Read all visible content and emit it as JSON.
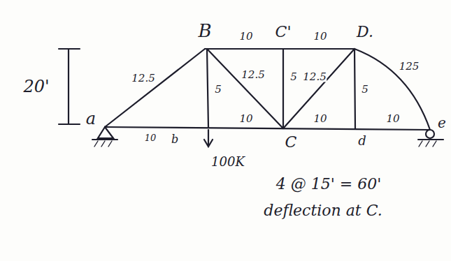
{
  "diagram": {
    "labels": [
      "B",
      "10",
      "C'",
      "10",
      "D.",
      "20'",
      "12.5",
      "5",
      "12.5",
      "5",
      "12.5",
      "5",
      "125",
      "a",
      "10",
      "b",
      "10",
      "C",
      "10",
      "d",
      "10",
      "e",
      "100K",
      "4 @ 15' = 60'",
      "deflection at C."
    ]
  }
}
